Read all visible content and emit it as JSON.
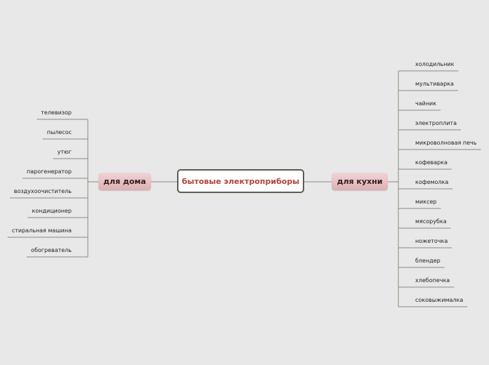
{
  "central_topic": "бытовые электроприборы",
  "colors": {
    "background": "#e8e8e8",
    "central_text": "#b5403a",
    "central_border": "#5c5c50",
    "topic_fill": "#e6c2c6",
    "line": "#8a8a80"
  },
  "branches": {
    "left": {
      "label": "для дома",
      "items": [
        "телевизор",
        "пылесос",
        "утюг",
        "парогенератор",
        "воздухоочиститель",
        "кондиционер",
        "стиральная машина",
        "обогреватель"
      ]
    },
    "right": {
      "label": "для кухни",
      "items": [
        "холодильник",
        "мультиварка",
        "чайник",
        "электроплита",
        "микроволновая печь",
        "кофеварка",
        "кофемолка",
        "миксер",
        "мясорубка",
        "ножеточка",
        "блендер",
        "хлебопечка",
        "соковыжималка"
      ]
    }
  }
}
